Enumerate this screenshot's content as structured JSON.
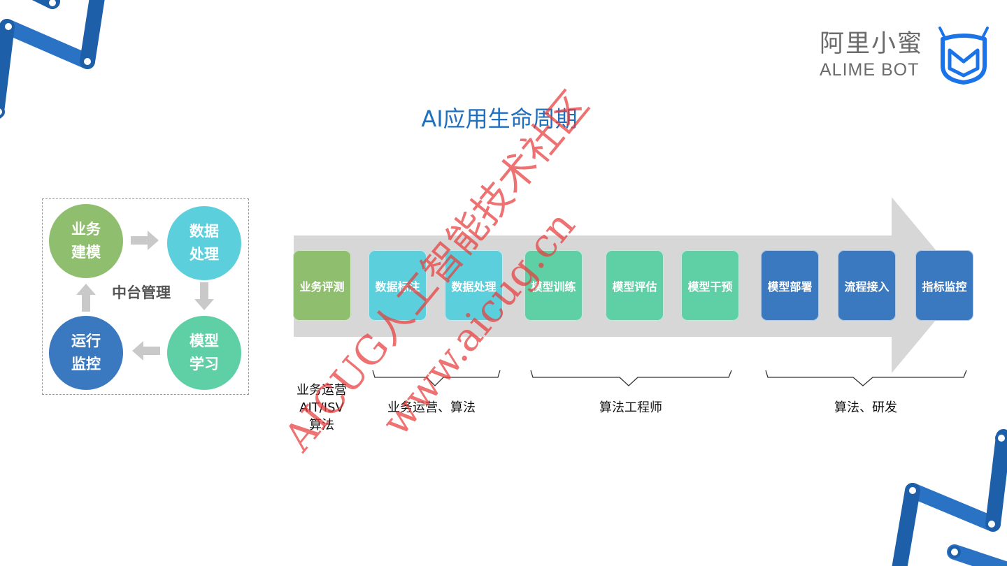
{
  "brand": {
    "name_cn": "阿里小蜜",
    "name_en": "ALIME BOT",
    "logo_icon": "alime-bot-logo-icon",
    "logo_color": "#1a73e8"
  },
  "title": "AI应用生命周期",
  "cycle": {
    "center": "中台管理",
    "nodes": [
      {
        "line1": "业务",
        "line2": "建模",
        "color": "#8fbf6e"
      },
      {
        "line1": "数据",
        "line2": "处理",
        "color": "#5ccfdc"
      },
      {
        "line1": "模型",
        "line2": "学习",
        "color": "#5fcfa6"
      },
      {
        "line1": "运行",
        "line2": "监控",
        "color": "#3a78c0"
      }
    ]
  },
  "stages": [
    {
      "label": "业务评测",
      "color": "#8fbf6e"
    },
    {
      "label": "数据标注",
      "color": "#5ccfdc"
    },
    {
      "label": "数据处理",
      "color": "#5ccfdc"
    },
    {
      "label": "模型训练",
      "color": "#5fcfa6"
    },
    {
      "label": "模型评估",
      "color": "#5fcfa6"
    },
    {
      "label": "模型干预",
      "color": "#5fcfa6"
    },
    {
      "label": "模型部署",
      "color": "#3a78c0"
    },
    {
      "label": "流程接入",
      "color": "#3a78c0"
    },
    {
      "label": "指标监控",
      "color": "#3a78c0"
    }
  ],
  "roles": {
    "first": {
      "line1": "业务运营",
      "line2": "AIT/ISV",
      "line3": "算法"
    },
    "groups": [
      "业务运营、算法",
      "算法工程师",
      "算法、研发"
    ]
  },
  "watermark": {
    "line1": "AICUG人工智能技术社区",
    "line2": "www.aicug.cn"
  }
}
